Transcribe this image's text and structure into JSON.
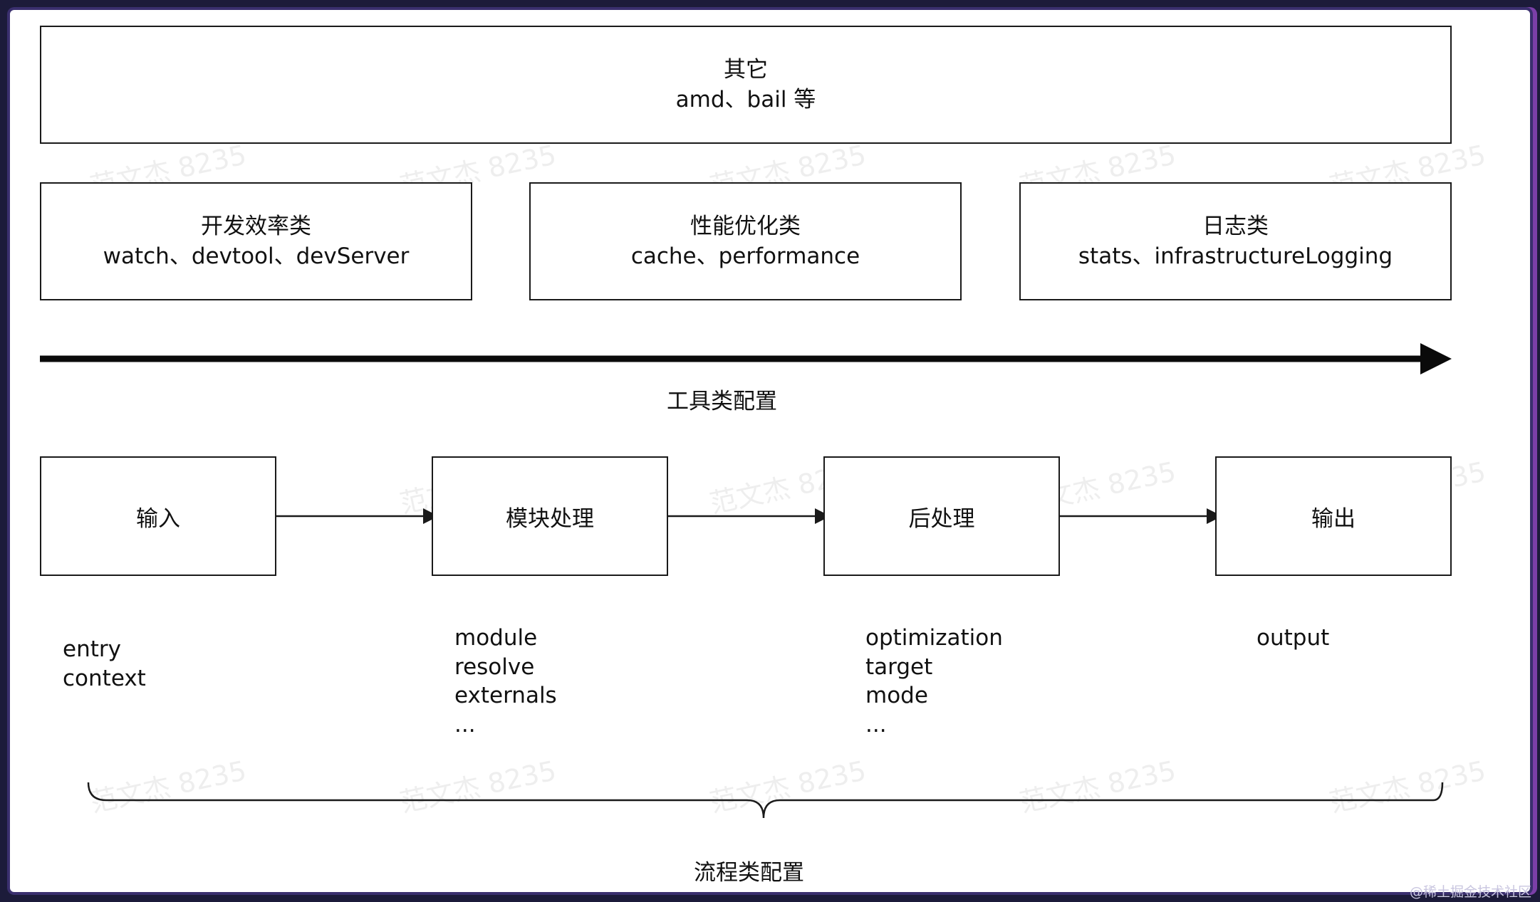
{
  "top_box": {
    "title": "其它",
    "subtitle": "amd、bail 等"
  },
  "tool_boxes": [
    {
      "title": "开发效率类",
      "subtitle": "watch、devtool、devServer"
    },
    {
      "title": "性能优化类",
      "subtitle": "cache、performance"
    },
    {
      "title": "日志类",
      "subtitle": "stats、infrastructureLogging"
    }
  ],
  "tool_axis_label": "工具类配置",
  "stages": [
    {
      "title": "输入",
      "params": [
        "entry",
        "context"
      ]
    },
    {
      "title": "模块处理",
      "params": [
        "module",
        "resolve",
        "externals",
        "..."
      ]
    },
    {
      "title": "后处理",
      "params": [
        "optimization",
        "target",
        "mode",
        "..."
      ]
    },
    {
      "title": "输出",
      "params": [
        "output"
      ]
    }
  ],
  "flow_label": "流程类配置",
  "watermark_text": "范文杰 8235",
  "credit": "@稀土掘金技术社区",
  "colors": {
    "stroke": "#1a1a1a",
    "background": "#ffffff",
    "frame": "#1c1b3a"
  }
}
